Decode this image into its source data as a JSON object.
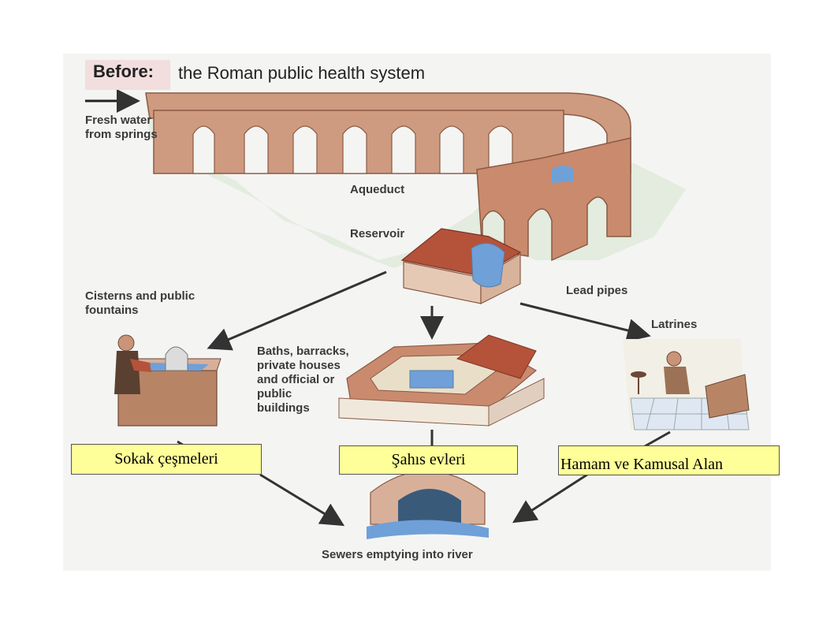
{
  "title": {
    "prefix": "Before:",
    "text": "the Roman public health system"
  },
  "labels": {
    "fresh_water": "Fresh water\nfrom springs",
    "aqueduct": "Aqueduct",
    "reservoir": "Reservoir",
    "lead_pipes": "Lead pipes",
    "cisterns": "Cisterns and public\nfountains",
    "baths": "Baths, barracks,\nprivate houses\nand official or\npublic\nbuildings",
    "latrines": "Latrines",
    "sewers": "Sewers emptying into river"
  },
  "overlay_boxes": {
    "street_fountains": "Sokak çeşmeleri",
    "private_houses": "Şahıs evleri",
    "bath_public": "Hamam ve Kamusal Alan"
  },
  "colors": {
    "box_fill": "#ffff99",
    "brick": "#c98a6e",
    "roof": "#b5523a",
    "grass": "#dfeadb",
    "water": "#6fa0d8"
  }
}
